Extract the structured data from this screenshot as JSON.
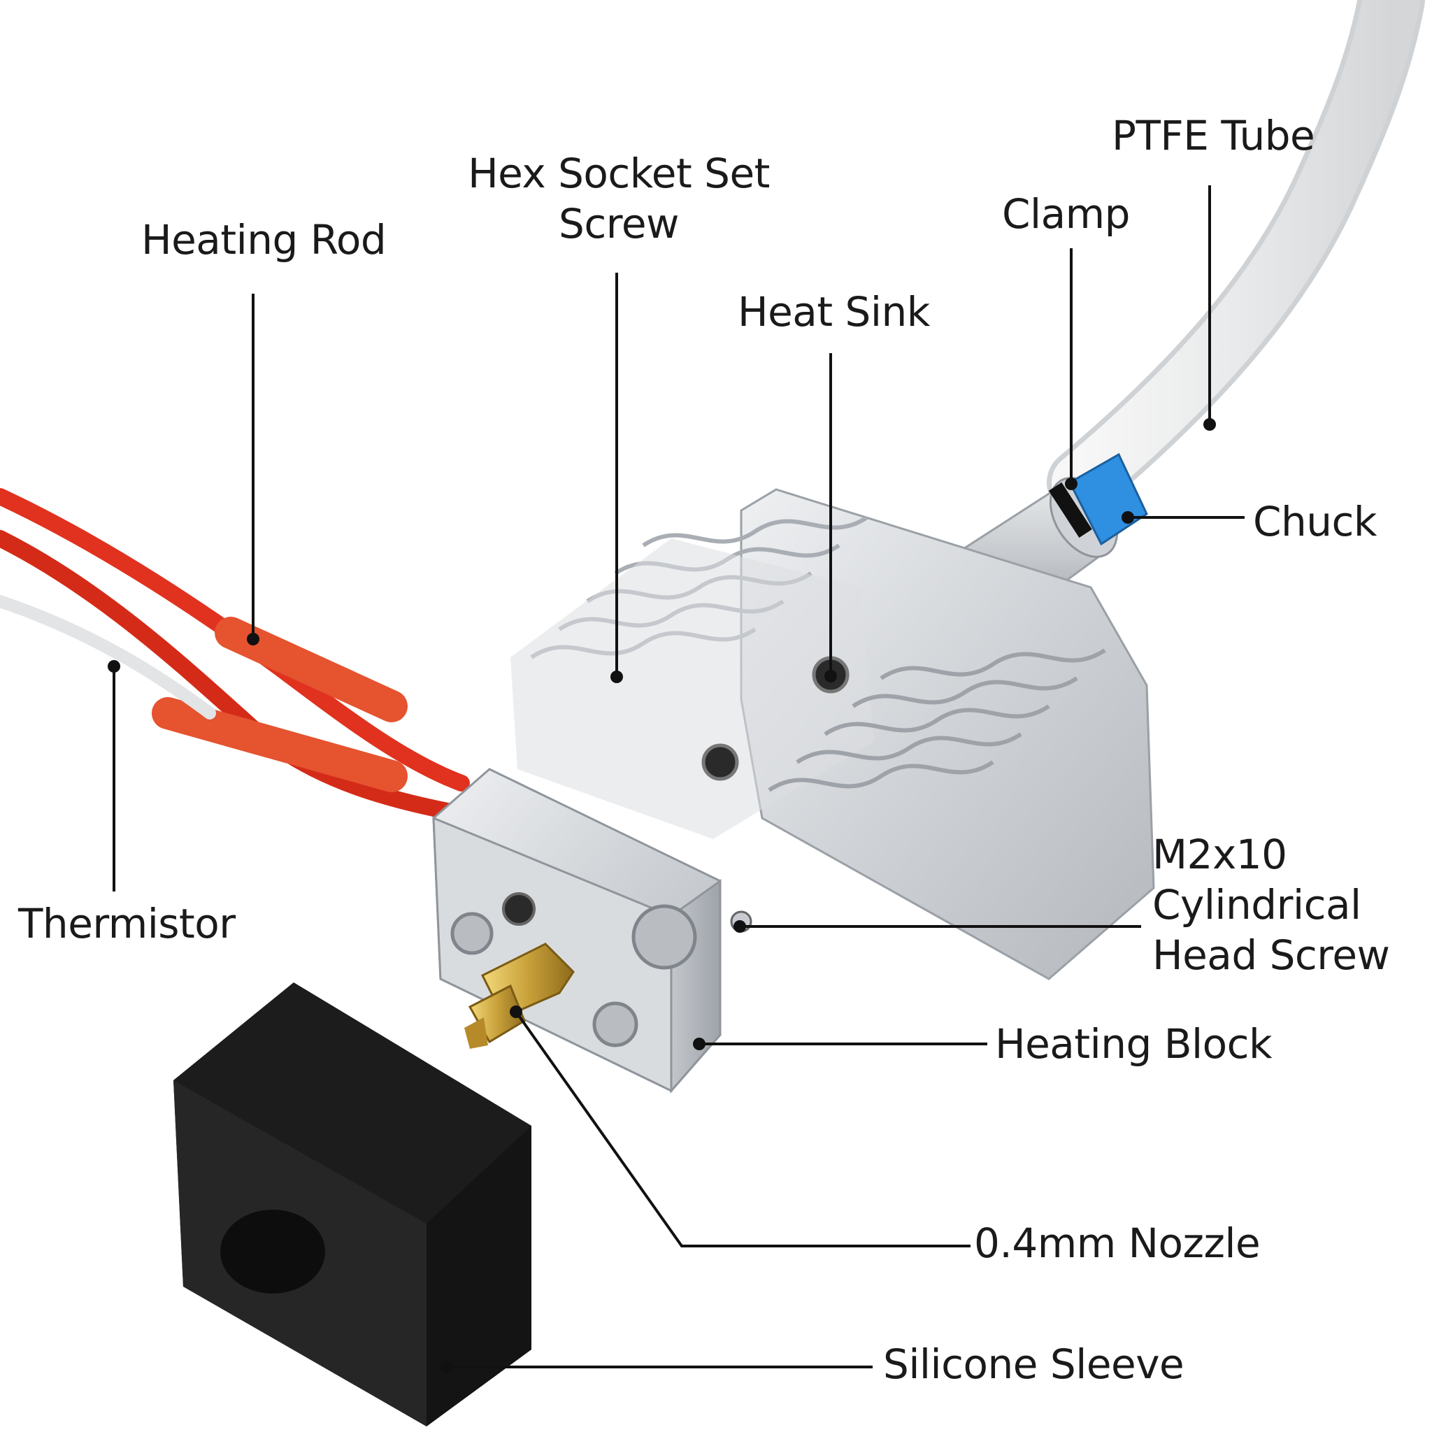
{
  "diagram": {
    "labels": {
      "ptfe_tube": "PTFE Tube",
      "hex_socket_line1": "Hex Socket Set",
      "hex_socket_line2": "Screw",
      "clamp": "Clamp",
      "heating_rod": "Heating Rod",
      "heat_sink": "Heat Sink",
      "chuck": "Chuck",
      "thermistor": "Thermistor",
      "m2_line1": "M2x10",
      "m2_line2": "Cylindrical",
      "m2_line3": "Head Screw",
      "heating_block": "Heating Block",
      "nozzle": "0.4mm Nozzle",
      "silicone_sleeve": "Silicone Sleeve"
    },
    "colors": {
      "wire_red": "#e0321e",
      "aluminum": "#d6d8db",
      "brass": "#c9a13a",
      "chuck_blue": "#2f8fe0",
      "sleeve_black": "#1a1a1a",
      "leader_line": "#111111"
    }
  }
}
